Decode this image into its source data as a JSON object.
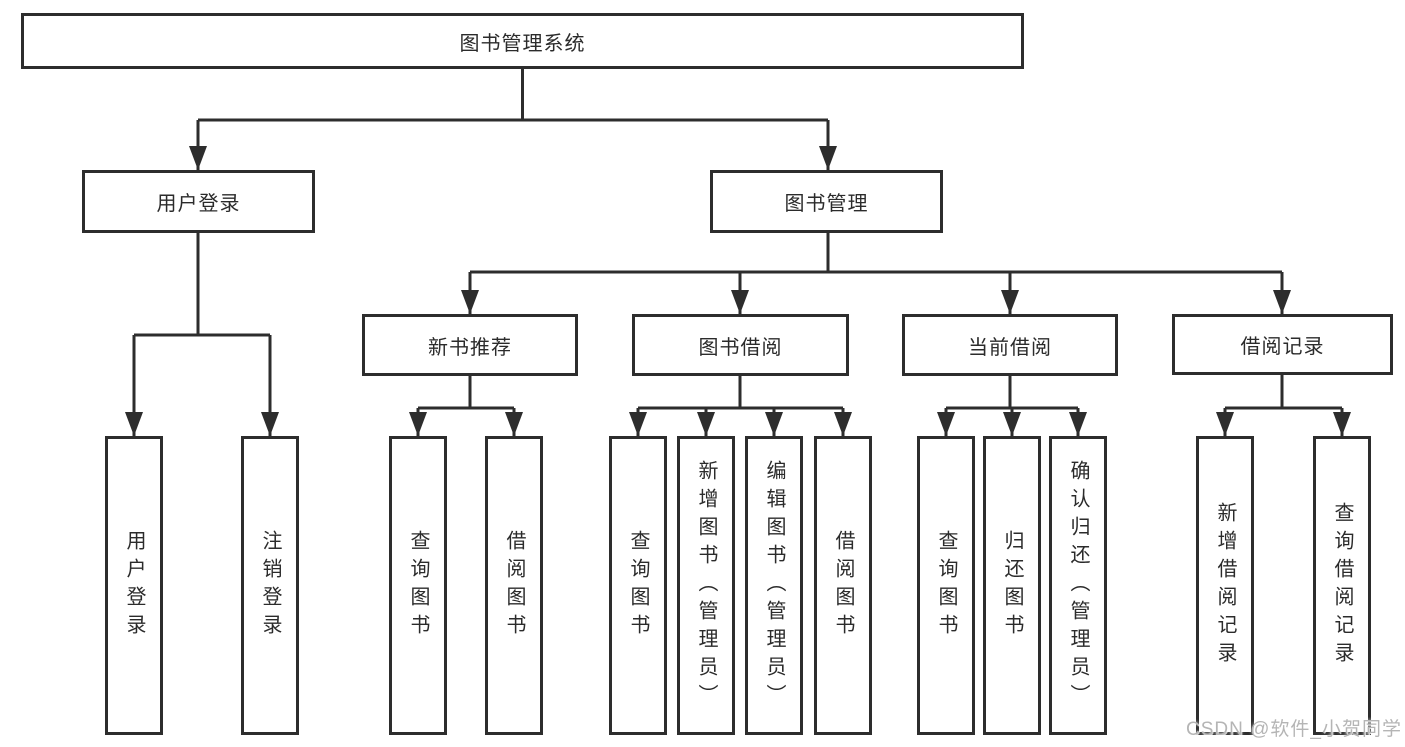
{
  "tree": {
    "root": "图书管理系统",
    "l2": [
      "用户登录",
      "图书管理"
    ],
    "l3": [
      "新书推荐",
      "图书借阅",
      "当前借阅",
      "借阅记录"
    ],
    "leaves": {
      "user": [
        "用户登录",
        "注销登录"
      ],
      "newbook": [
        "查询图书",
        "借阅图书"
      ],
      "borrow": [
        "查询图书",
        "新增图书（管理员）",
        "编辑图书（管理员）",
        "借阅图书"
      ],
      "current": [
        "查询图书",
        "归还图书",
        "确认归还（管理员）"
      ],
      "record": [
        "新增借阅记录",
        "查询借阅记录"
      ]
    }
  },
  "watermark": "CSDN @软件_小贺同学",
  "colors": {
    "line": "#2d2d2d",
    "box_border": "#2d2d2d",
    "text": "#2b2b2b",
    "background": "#ffffff",
    "watermark": "#b5b5b5"
  }
}
